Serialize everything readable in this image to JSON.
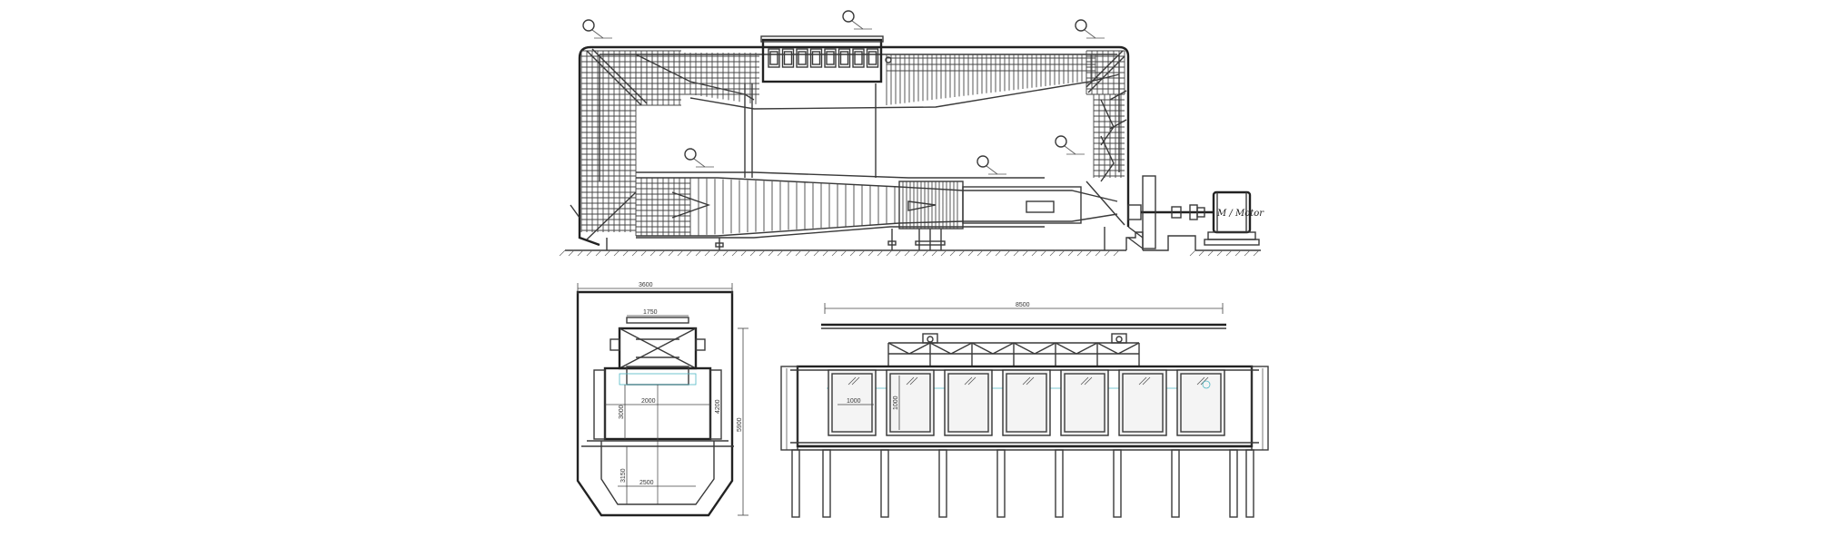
{
  "motor_label": "M / Motor",
  "balloon_tags": [
    "",
    "",
    "",
    "",
    "",
    ""
  ],
  "dimensions": {
    "cross_width": "3600",
    "cross_top": "1750",
    "cross_inner": "2000",
    "cross_height_left": "3000",
    "cross_height_right": "4200",
    "cross_total_height": "5900",
    "cross_lower": "3150",
    "cross_bottom": "2500",
    "side_length": "8500",
    "side_window": "1000",
    "side_window_h": "1000"
  },
  "colors": {
    "line": "#3a3a3a",
    "accent": "#4fb7c4",
    "background": "#ffffff"
  }
}
